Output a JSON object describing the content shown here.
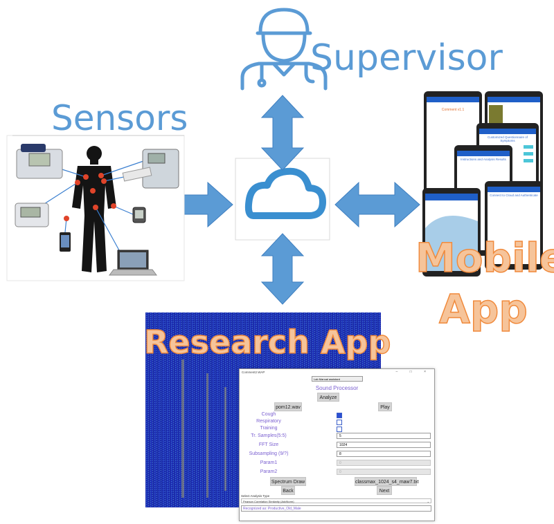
{
  "labels": {
    "supervisor": "Supervisor",
    "sensors": "Sensors",
    "mobile": "Mobile",
    "app": "App",
    "research": "Research App"
  },
  "research_window": {
    "title": "Comment2.WAP",
    "tab_label": "Lab Manual assistant",
    "heading": "Sound Processor",
    "analyze": "Analyze",
    "file": "pom12.wav",
    "play": "Play",
    "rows": [
      {
        "label": "Cough",
        "type": "check",
        "checked": true
      },
      {
        "label": "Respiratory",
        "type": "check",
        "checked": false
      },
      {
        "label": "Training",
        "type": "check",
        "checked": false
      },
      {
        "label": "Tr. Samples(5:5)",
        "type": "field",
        "value": "5"
      },
      {
        "label": "FFT Size",
        "type": "field",
        "value": "1024"
      },
      {
        "label": "Subsampling (9/?)",
        "type": "field",
        "value": "8"
      },
      {
        "label": "Param1",
        "type": "disabled",
        "value": "0"
      },
      {
        "label": "Param2",
        "type": "disabled",
        "value": "0"
      }
    ],
    "spectrum_draw": "Spectrum Draw",
    "class_file": "classmax_1024_s4_maw7.txt",
    "back": "Back",
    "next": "Next",
    "select_label": "Select Analysis Type",
    "select_value": "Pearson Correlation Similarity (AddNorm)",
    "result": "Recognized as: Productive_Old_Male"
  },
  "phones": {
    "p1_title": "Comment v1.1",
    "p3_title": "Instructions and Analysis Results",
    "p5_title": "Connect to Cloud and Authenticate",
    "p2_title": "Customized Questionnaire of Symptoms"
  },
  "colors": {
    "accent_blue": "#5b9bd5",
    "orange": "#f08a3c",
    "spectrogram_bg": "#1d2fb8"
  }
}
